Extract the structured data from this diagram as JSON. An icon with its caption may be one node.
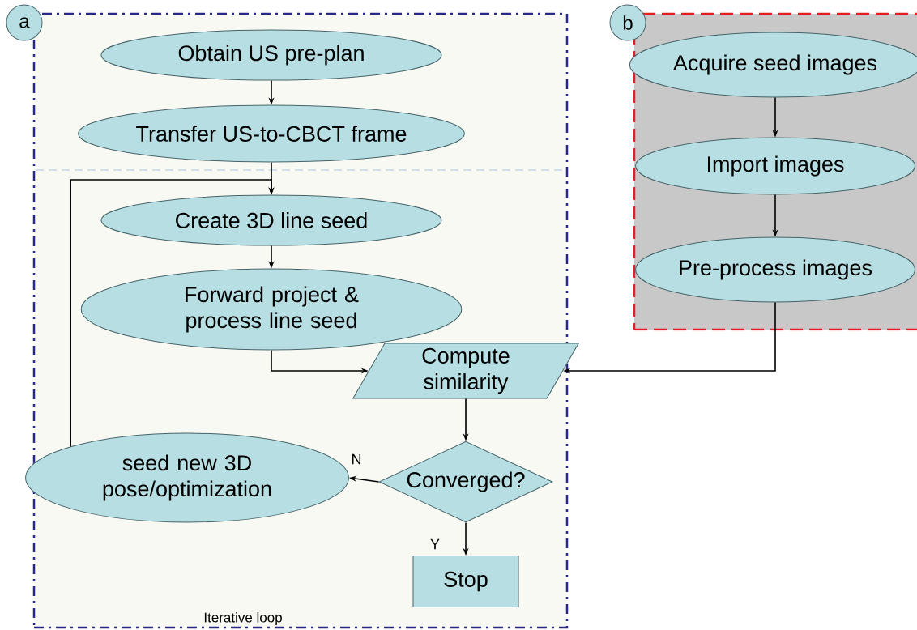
{
  "diagram": {
    "nodes": [
      {
        "text": [],
        "shape": "box"
      },
      {
        "text": [
          "a"
        ]
      },
      {
        "text": [
          "Obtain US pre-plan"
        ],
        "in": 0
      },
      {
        "text": [
          "Transfer US-to-CBCT frame"
        ],
        "in": 0
      },
      {
        "text": [
          "Create 3D line seed"
        ],
        "in": 0
      },
      {
        "text": [
          "Forward project & process line seed"
        ],
        "in": 0
      },
      {
        "text": [
          "Compute similarity"
        ],
        "in": 0
      },
      {
        "text": [
          "Converged?"
        ],
        "in": 0
      },
      {
        "text": [
          "seed new 3D pose/optimization"
        ],
        "in": 0
      },
      {
        "text": [
          "Stop"
        ],
        "in": 0
      },
      {
        "text": [],
        "shape": "box"
      },
      {
        "text": [
          "b"
        ]
      },
      {
        "text": [
          "Acquire seed images"
        ],
        "in": 10
      },
      {
        "text": [
          "Import images"
        ],
        "in": 10
      },
      {
        "text": [
          "Pre-process images"
        ],
        "in": 10
      }
    ],
    "edges": [
      {
        "from": 2,
        "to": 3,
        "arrow": "to"
      },
      {
        "from": 3,
        "to": 4,
        "arrow": "to"
      },
      {
        "from": 4,
        "to": 5,
        "arrow": "to"
      },
      {
        "from": 5,
        "to": 6,
        "arrow": "to"
      },
      {
        "from": 14,
        "to": 6,
        "arrow": "to"
      },
      {
        "from": 6,
        "to": 7,
        "arrow": "to"
      },
      {
        "from": 7,
        "to": 8,
        "label": "N",
        "arrow": "to"
      },
      {
        "from": 7,
        "to": 9,
        "label": "Y",
        "arrow": "to"
      },
      {
        "from": 8,
        "to": 4,
        "arrow": "to"
      },
      {
        "from": 12,
        "to": 13,
        "arrow": "to"
      },
      {
        "from": 13,
        "to": 14,
        "arrow": "to"
      }
    ],
    "labels": [
      "Iterative loop"
    ]
  }
}
